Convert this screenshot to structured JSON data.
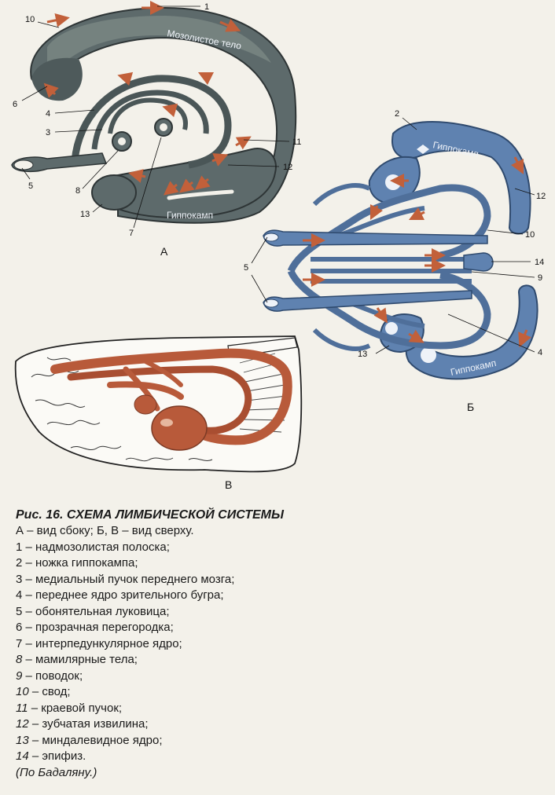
{
  "figure": {
    "panel_a": {
      "letter": "А",
      "inner_labels": {
        "corpus_callosum": "Мозолистое тело",
        "hippocampus": "Гиппокамп"
      },
      "callouts": [
        "1",
        "10",
        "6",
        "4",
        "3",
        "5",
        "8",
        "13",
        "7",
        "11",
        "12"
      ]
    },
    "panel_b": {
      "letter": "Б",
      "inner_labels": {
        "hippocampus_top": "Гиппокамп",
        "hippocampus_bottom": "Гиппокамп"
      },
      "callouts": [
        "2",
        "12",
        "10",
        "14",
        "9",
        "5",
        "13",
        "4"
      ]
    },
    "panel_c": {
      "letter": "В"
    }
  },
  "caption": {
    "title": "Рис. 16. СХЕМА ЛИМБИЧЕСКОЙ СИСТЕМЫ",
    "intro": "А – вид сбоку; Б, В – вид сверху.",
    "items": [
      {
        "num": "1",
        "text": " – надмозолистая полоска;",
        "italic": false
      },
      {
        "num": "2",
        "text": " – ножка гиппокампа;",
        "italic": false
      },
      {
        "num": "3",
        "text": " – медиальный пучок переднего мозга;",
        "italic": false
      },
      {
        "num": "4",
        "text": " – переднее ядро зрительного бугра;",
        "italic": false
      },
      {
        "num": "5",
        "text": " – обонятельная луковица;",
        "italic": false
      },
      {
        "num": "6",
        "text": " – прозрачная перегородка;",
        "italic": false
      },
      {
        "num": "7",
        "text": " – интерпедункулярное ядро;",
        "italic": false
      },
      {
        "num": "8",
        "text": " – мамилярные тела;",
        "italic": true
      },
      {
        "num": "9",
        "text": " – поводок;",
        "italic": true
      },
      {
        "num": "10",
        "text": " – свод;",
        "italic": true
      },
      {
        "num": "11",
        "text": " – краевой пучок;",
        "italic": true
      },
      {
        "num": "12",
        "text": " – зубчатая извилина;",
        "italic": true
      },
      {
        "num": "13",
        "text": " – миндалевидное ядро;",
        "italic": true
      },
      {
        "num": "14",
        "text": " – эпифиз.",
        "italic": true
      }
    ],
    "source": "(По Бадаляну.)"
  },
  "colors": {
    "paper": "#f3f1ea",
    "dark_gray": "#5d6a6b",
    "blue": "#5f82b0",
    "brown": "#b85a3a",
    "ink": "#1a1a1a"
  }
}
